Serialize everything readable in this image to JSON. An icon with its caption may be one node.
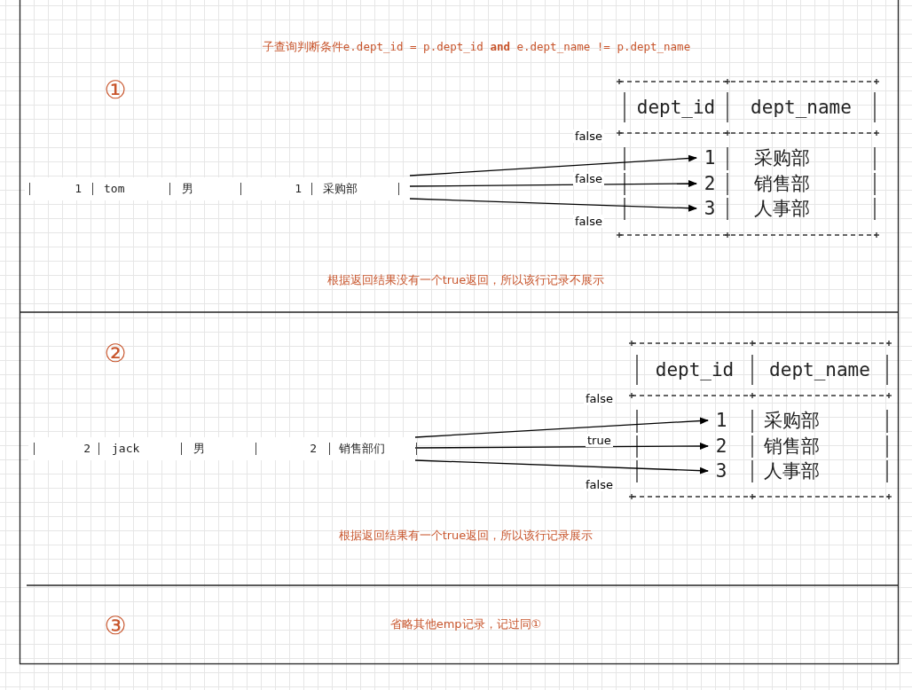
{
  "diagram": {
    "title": "子查询判断条件e.dept_id = p.dept_id **and** e.dept_name != p.dept_name",
    "nodes": [
      {
        "text": [
          "1",
          "tom",
          "男",
          "1",
          "采购部"
        ]
      },
      {
        "text": [
          "dept_id",
          "dept_name"
        ]
      },
      {
        "text": [
          "1",
          "采购部"
        ]
      },
      {
        "text": [
          "2",
          "销售部"
        ]
      },
      {
        "text": [
          "3",
          "人事部"
        ]
      },
      {
        "text": [
          "2",
          "jack",
          "男",
          "2",
          "销售部们"
        ]
      },
      {
        "text": [
          "dept_id",
          "dept_name"
        ]
      },
      {
        "text": [
          "1",
          "采购部"
        ]
      },
      {
        "text": [
          "2",
          "销售部"
        ]
      },
      {
        "text": [
          "3",
          "人事部"
        ]
      }
    ],
    "edges": [
      {
        "from": 0,
        "to": 2,
        "arrow": "to",
        "label": "false"
      },
      {
        "from": 0,
        "to": 3,
        "arrow": "to",
        "label": "false"
      },
      {
        "from": 0,
        "to": 4,
        "arrow": "to",
        "label": "false"
      },
      {
        "from": 5,
        "to": 7,
        "arrow": "to",
        "label": "false"
      },
      {
        "from": 5,
        "to": 8,
        "arrow": "to",
        "label": "true"
      },
      {
        "from": 5,
        "to": 9,
        "arrow": "to",
        "label": "false"
      }
    ],
    "labels": [
      "①",
      "根据返回结果没有一个true返回，所以该行记录不展示",
      "②",
      "根据返回结果有一个true返回，所以该行记录展示",
      "③",
      "省略其他emp记录，记过同①"
    ]
  }
}
